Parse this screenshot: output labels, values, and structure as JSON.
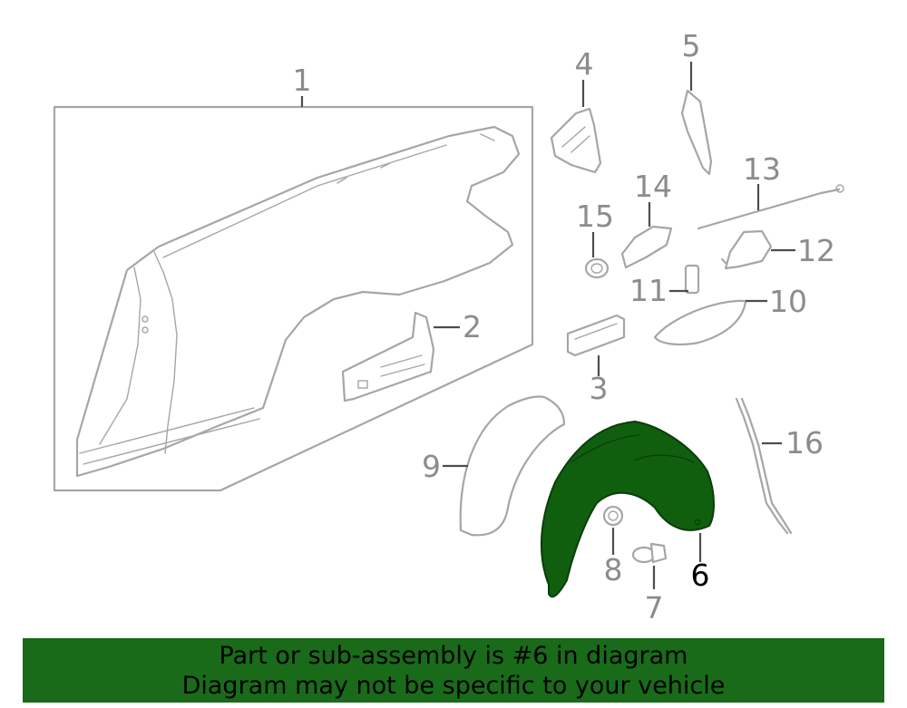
{
  "callouts": [
    {
      "id": "1",
      "text": "1"
    },
    {
      "id": "2",
      "text": "2"
    },
    {
      "id": "3",
      "text": "3"
    },
    {
      "id": "4",
      "text": "4"
    },
    {
      "id": "5",
      "text": "5"
    },
    {
      "id": "6",
      "text": "6",
      "selected": true
    },
    {
      "id": "7",
      "text": "7"
    },
    {
      "id": "8",
      "text": "8"
    },
    {
      "id": "9",
      "text": "9"
    },
    {
      "id": "10",
      "text": "10"
    },
    {
      "id": "11",
      "text": "11"
    },
    {
      "id": "12",
      "text": "12"
    },
    {
      "id": "13",
      "text": "13"
    },
    {
      "id": "14",
      "text": "14"
    },
    {
      "id": "15",
      "text": "15"
    },
    {
      "id": "16",
      "text": "16"
    }
  ],
  "banner": {
    "line1": "Part or sub-assembly is #6 in diagram",
    "line2": "Diagram may not be specific to your vehicle"
  },
  "colors": {
    "highlight": "#0f5f0f",
    "banner_bg": "#196b19",
    "line_art": "#a6a6a6"
  }
}
